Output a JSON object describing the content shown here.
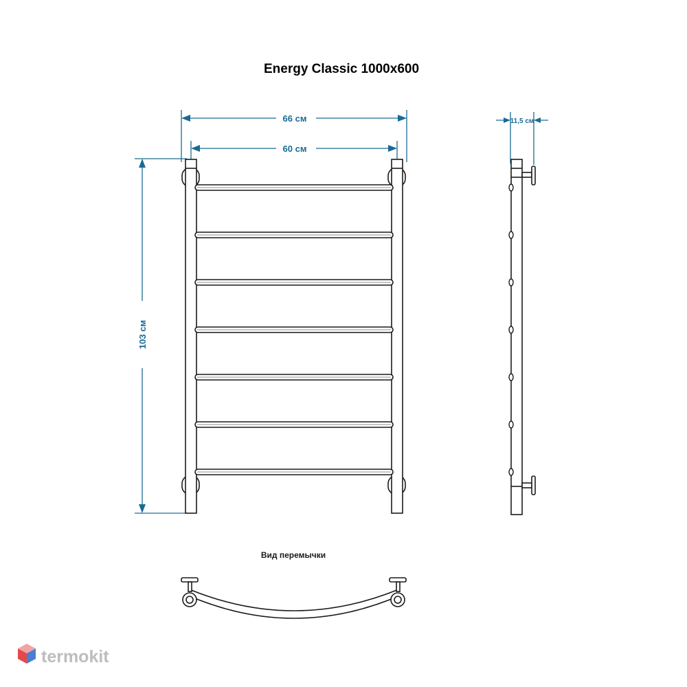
{
  "title": "Energy Classic 1000x600",
  "dimensions": {
    "outer_width": "66 см",
    "inner_width": "60 см",
    "height": "103 см",
    "depth": "11,5 см"
  },
  "bridge_view_caption": "Вид перемычки",
  "brand": {
    "name": "termokit",
    "logo_icon": "cube-logo-icon"
  },
  "colors": {
    "dimension": "#1b6a94",
    "outline": "#1a1a1a",
    "brand_text": "#bdbdbd",
    "logo_red": "#e24a4a",
    "logo_blue": "#4a7fd0"
  },
  "rails_count": 7
}
